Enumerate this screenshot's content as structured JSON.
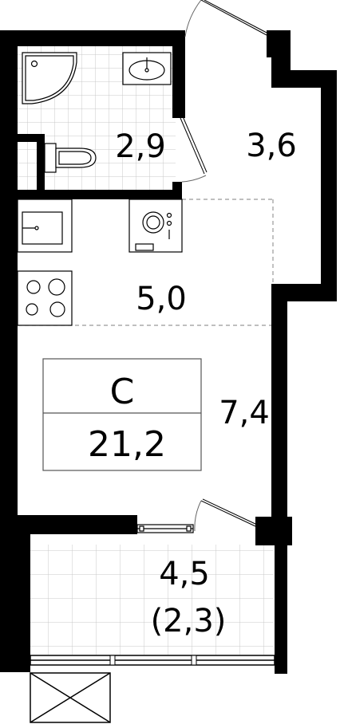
{
  "plan": {
    "rooms": [
      {
        "key": "bathroom",
        "area": "2,9"
      },
      {
        "key": "hallway",
        "area": "3,6"
      },
      {
        "key": "kitchen",
        "area": "5,0"
      },
      {
        "key": "living",
        "area": "7,4"
      },
      {
        "key": "balcony",
        "area": "4,5",
        "area_reduced": "(2,3)"
      }
    ],
    "room_type": {
      "letter": "С",
      "total_area": "21,2"
    },
    "colors": {
      "wall": "#000000",
      "grid": "#c8c8c8",
      "line": "#000000",
      "background": "#ffffff"
    }
  }
}
